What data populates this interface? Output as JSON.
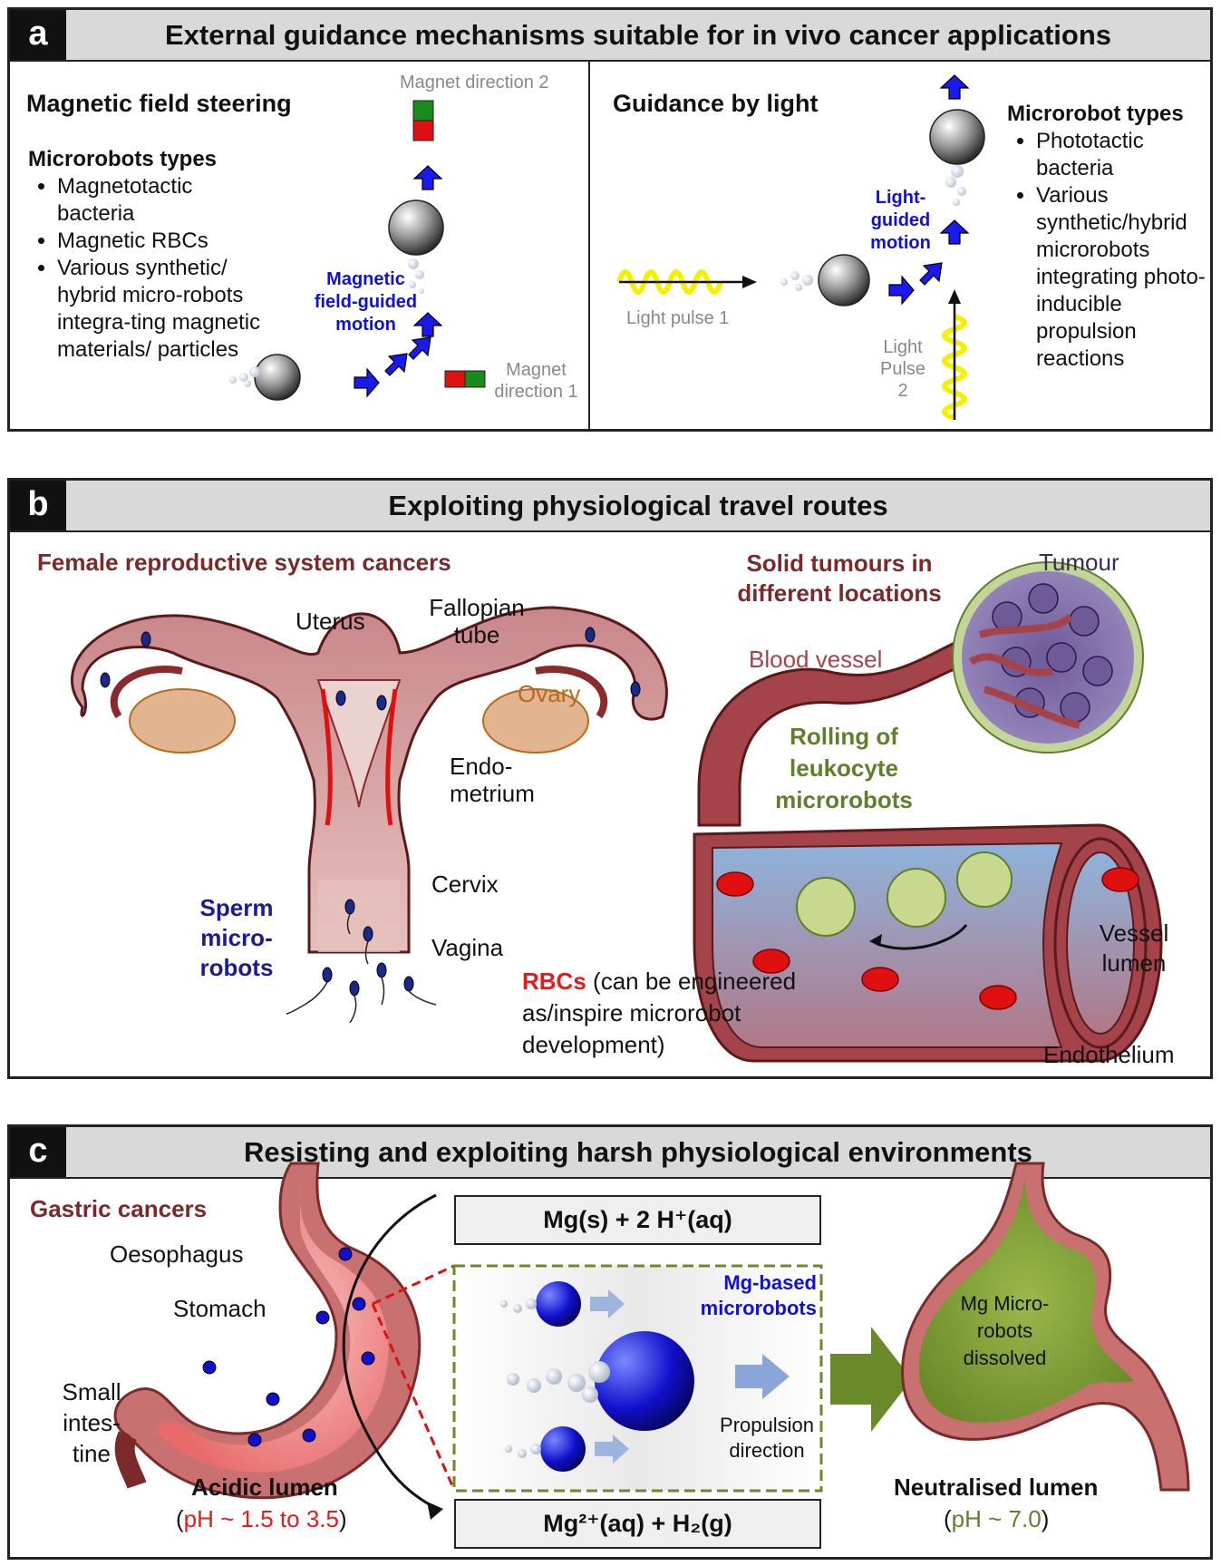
{
  "panel_a": {
    "badge": "a",
    "title": "External guidance mechanisms suitable for in vivo cancer applications",
    "magnetic": {
      "heading": "Magnetic field steering",
      "types_heading": "Microrobots types",
      "types": [
        "Magnetotactic bacteria",
        "Magnetic RBCs",
        "Various synthetic/ hybrid micro-robots integra-ting magnetic materials/ particles"
      ],
      "motion_label": "Magnetic field-guided motion",
      "magnet_dir_1": "Magnet direction 1",
      "magnet_dir_2": "Magnet direction 2"
    },
    "light": {
      "heading": "Guidance by light",
      "types_heading": "Microrobot types",
      "types": [
        "Phototactic bacteria",
        "Various synthetic/hybrid microrobots integrating photo-inducible propulsion reactions"
      ],
      "motion_label": "Light-guided motion",
      "pulse_1": "Light pulse 1",
      "pulse_2": "Light Pulse 2"
    }
  },
  "panel_b": {
    "badge": "b",
    "title": "Exploiting physiological travel routes",
    "female_heading": "Female reproductive system cancers",
    "labels": {
      "uterus": "Uterus",
      "fallopian": "Fallopian tube",
      "ovary": "Ovary",
      "endometrium": "Endo-metrium",
      "cervix": "Cervix",
      "vagina": "Vagina",
      "sperm": "Sperm micro-robots"
    },
    "solid_heading": "Solid tumours in different locations",
    "tumour": "Tumour",
    "blood_vessel": "Blood vessel",
    "leukocyte": "Rolling of leukocyte microrobots",
    "vessel_lumen": "Vessel lumen",
    "endothelium": "Endothelium",
    "rbc_label": "RBCs",
    "rbc_note": "(can be engineered as/inspire microrobot development)"
  },
  "panel_c": {
    "badge": "c",
    "title": "Resisting and exploiting harsh physiological environments",
    "gastric_heading": "Gastric cancers",
    "oesophagus": "Oesophagus",
    "stomach": "Stomach",
    "small_intestine": "Small intes-tine",
    "reactant": "Mg(s) + 2 H⁺(aq)",
    "product": "Mg²⁺(aq) + H₂(g)",
    "mg_label": "Mg-based microrobots",
    "propulsion": "Propulsion direction",
    "dissolved": "Mg Micro-robots dissolved",
    "acidic_label": "Acidic lumen",
    "acidic_ph": "pH ~ 1.5 to 3.5",
    "neutral_label": "Neutralised lumen",
    "neutral_ph": "pH ~ 7.0"
  },
  "colors": {
    "tissue": "#a4434a",
    "tissue_light": "#d9a0a0",
    "arrow_blue": "#1a1aee",
    "magnet_red": "#e01010",
    "magnet_green": "#1a8a1a",
    "light_yellow": "#f5f000",
    "olive": "#7a9a3a",
    "tumour_purple": "#8a78b0"
  }
}
